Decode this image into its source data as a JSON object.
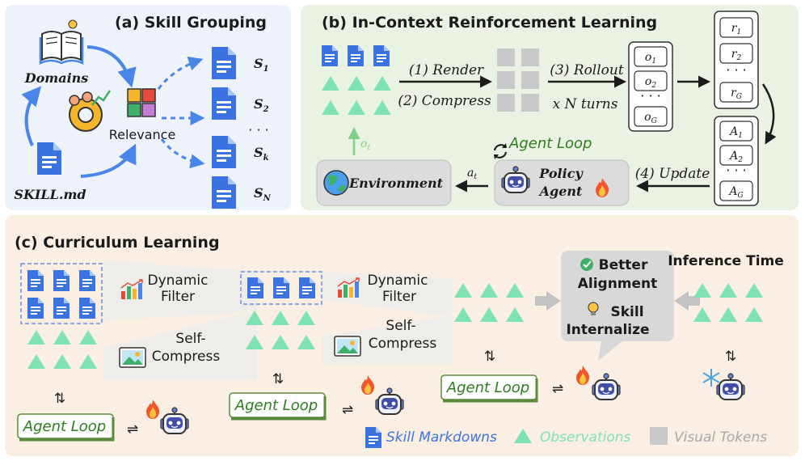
{
  "panel_a": {
    "title": "(a) Skill Grouping",
    "domains_label": "Domains",
    "relevance_label": "Relevance",
    "skill_file_label": "SKILL.md",
    "skill_sets": [
      "S",
      "S",
      "S",
      "S"
    ],
    "skill_subs": [
      "1",
      "2",
      "k",
      "N"
    ],
    "ellipsis": "· · ·"
  },
  "panel_b": {
    "title": "(b) In-Context Reinforcement Learning",
    "render": "(1) Render",
    "compress": "(2) Compress",
    "rollout": "(3) Rollout",
    "turns": "x N turns",
    "update": "(4) Update",
    "agent_loop": "Agent Loop",
    "environment": "Environment",
    "policy_agent_line1": "Policy",
    "policy_agent_line2": "Agent",
    "obs_var": "o",
    "obs_sub": "t",
    "act_var": "a",
    "act_sub": "t",
    "o_items": [
      [
        "o",
        "1"
      ],
      [
        "o",
        "2"
      ],
      [
        "o",
        "G"
      ]
    ],
    "r_items": [
      [
        "r",
        "1"
      ],
      [
        "r",
        "2"
      ],
      [
        "r",
        "G"
      ]
    ],
    "a_items": [
      [
        "A",
        "1"
      ],
      [
        "A",
        "2"
      ],
      [
        "A",
        "G"
      ]
    ],
    "dots": "· · ·"
  },
  "panel_c": {
    "title": "(c) Curriculum Learning",
    "dynamic_line1": "Dynamic",
    "dynamic_line2": "Filter",
    "self_line1": "Self-",
    "self_line2": "Compress",
    "agent_loop": "Agent Loop",
    "better_line1": "Better",
    "better_line2": "Alignment",
    "skill_line1": "Skill",
    "skill_line2": "Internalize",
    "inference_time": "Inference Time",
    "swap_symbol": "⇌",
    "updown_symbol": "⇅"
  },
  "legend": {
    "skill_markdowns": "Skill Markdowns",
    "observations": "Observations",
    "visual_tokens": "Visual Tokens"
  },
  "colors": {
    "panel_a_bg": "#eef3fb",
    "panel_b_bg": "#eaf3e3",
    "panel_c_bg": "#fbeee2",
    "doc_blue": "#3b74e0",
    "triangle": "#7ee3b4",
    "token_gray": "#c9c9c9",
    "arrow_blue": "#4a86e8",
    "agent_loop_green": "#2f7d1f"
  }
}
